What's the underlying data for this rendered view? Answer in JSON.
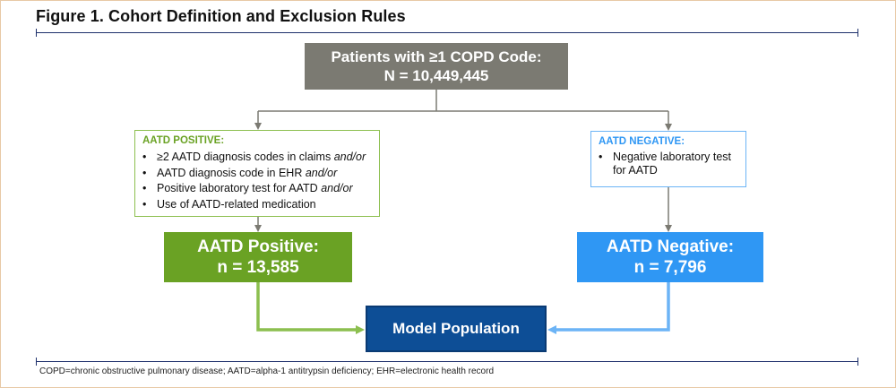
{
  "figure": {
    "title": "Figure 1. Cohort Definition and Exclusion Rules"
  },
  "root": {
    "line1": "Patients with ≥1 COPD Code:",
    "line2": "N = 10,449,445"
  },
  "positive_criteria": {
    "heading": "AATD POSITIVE:",
    "items": [
      {
        "text": "≥2 AATD diagnosis codes in claims ",
        "qualifier": "and/or"
      },
      {
        "text": "AATD diagnosis code in EHR ",
        "qualifier": "and/or"
      },
      {
        "text": "Positive laboratory test for AATD ",
        "qualifier": "and/or"
      },
      {
        "text": "Use of AATD-related medication",
        "qualifier": ""
      }
    ]
  },
  "negative_criteria": {
    "heading": "AATD NEGATIVE:",
    "items": [
      {
        "line1": "Negative laboratory test",
        "line2": "for AATD"
      }
    ]
  },
  "positive_box": {
    "line1": "AATD Positive:",
    "line2": "n = 13,585"
  },
  "negative_box": {
    "line1": "AATD Negative:",
    "line2": "n = 7,796"
  },
  "model_box": {
    "label": "Model Population"
  },
  "footnote": "COPD=chronic obstructive pulmonary disease; AATD=alpha-1 antitrypsin deficiency; EHR=electronic health record",
  "colors": {
    "root": "#7b7a72",
    "positive": "#6aa224",
    "negative": "#2f97f4",
    "model": "#0d4e96",
    "rule": "#1d2f6b"
  }
}
